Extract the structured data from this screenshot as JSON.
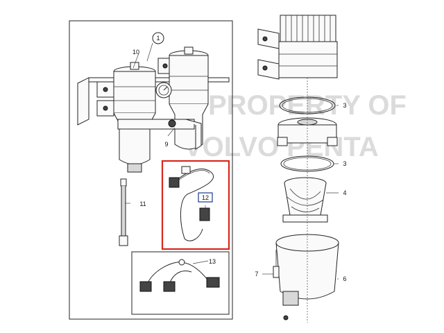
{
  "callouts": {
    "c1": "1",
    "c3a": "3",
    "c3b": "3",
    "c4": "4",
    "c6": "6",
    "c7": "7",
    "c9": "9",
    "c10": "10",
    "c11": "11",
    "c12": "12",
    "c13": "13"
  },
  "watermark": {
    "line1": "PROPERTY OF",
    "line2": "VOLVO PENTA"
  },
  "colors": {
    "highlight_box": "#d9261c",
    "callout_12_box": "#1a3a8f",
    "line": "#222222",
    "watermark": "#9a9a9a"
  }
}
